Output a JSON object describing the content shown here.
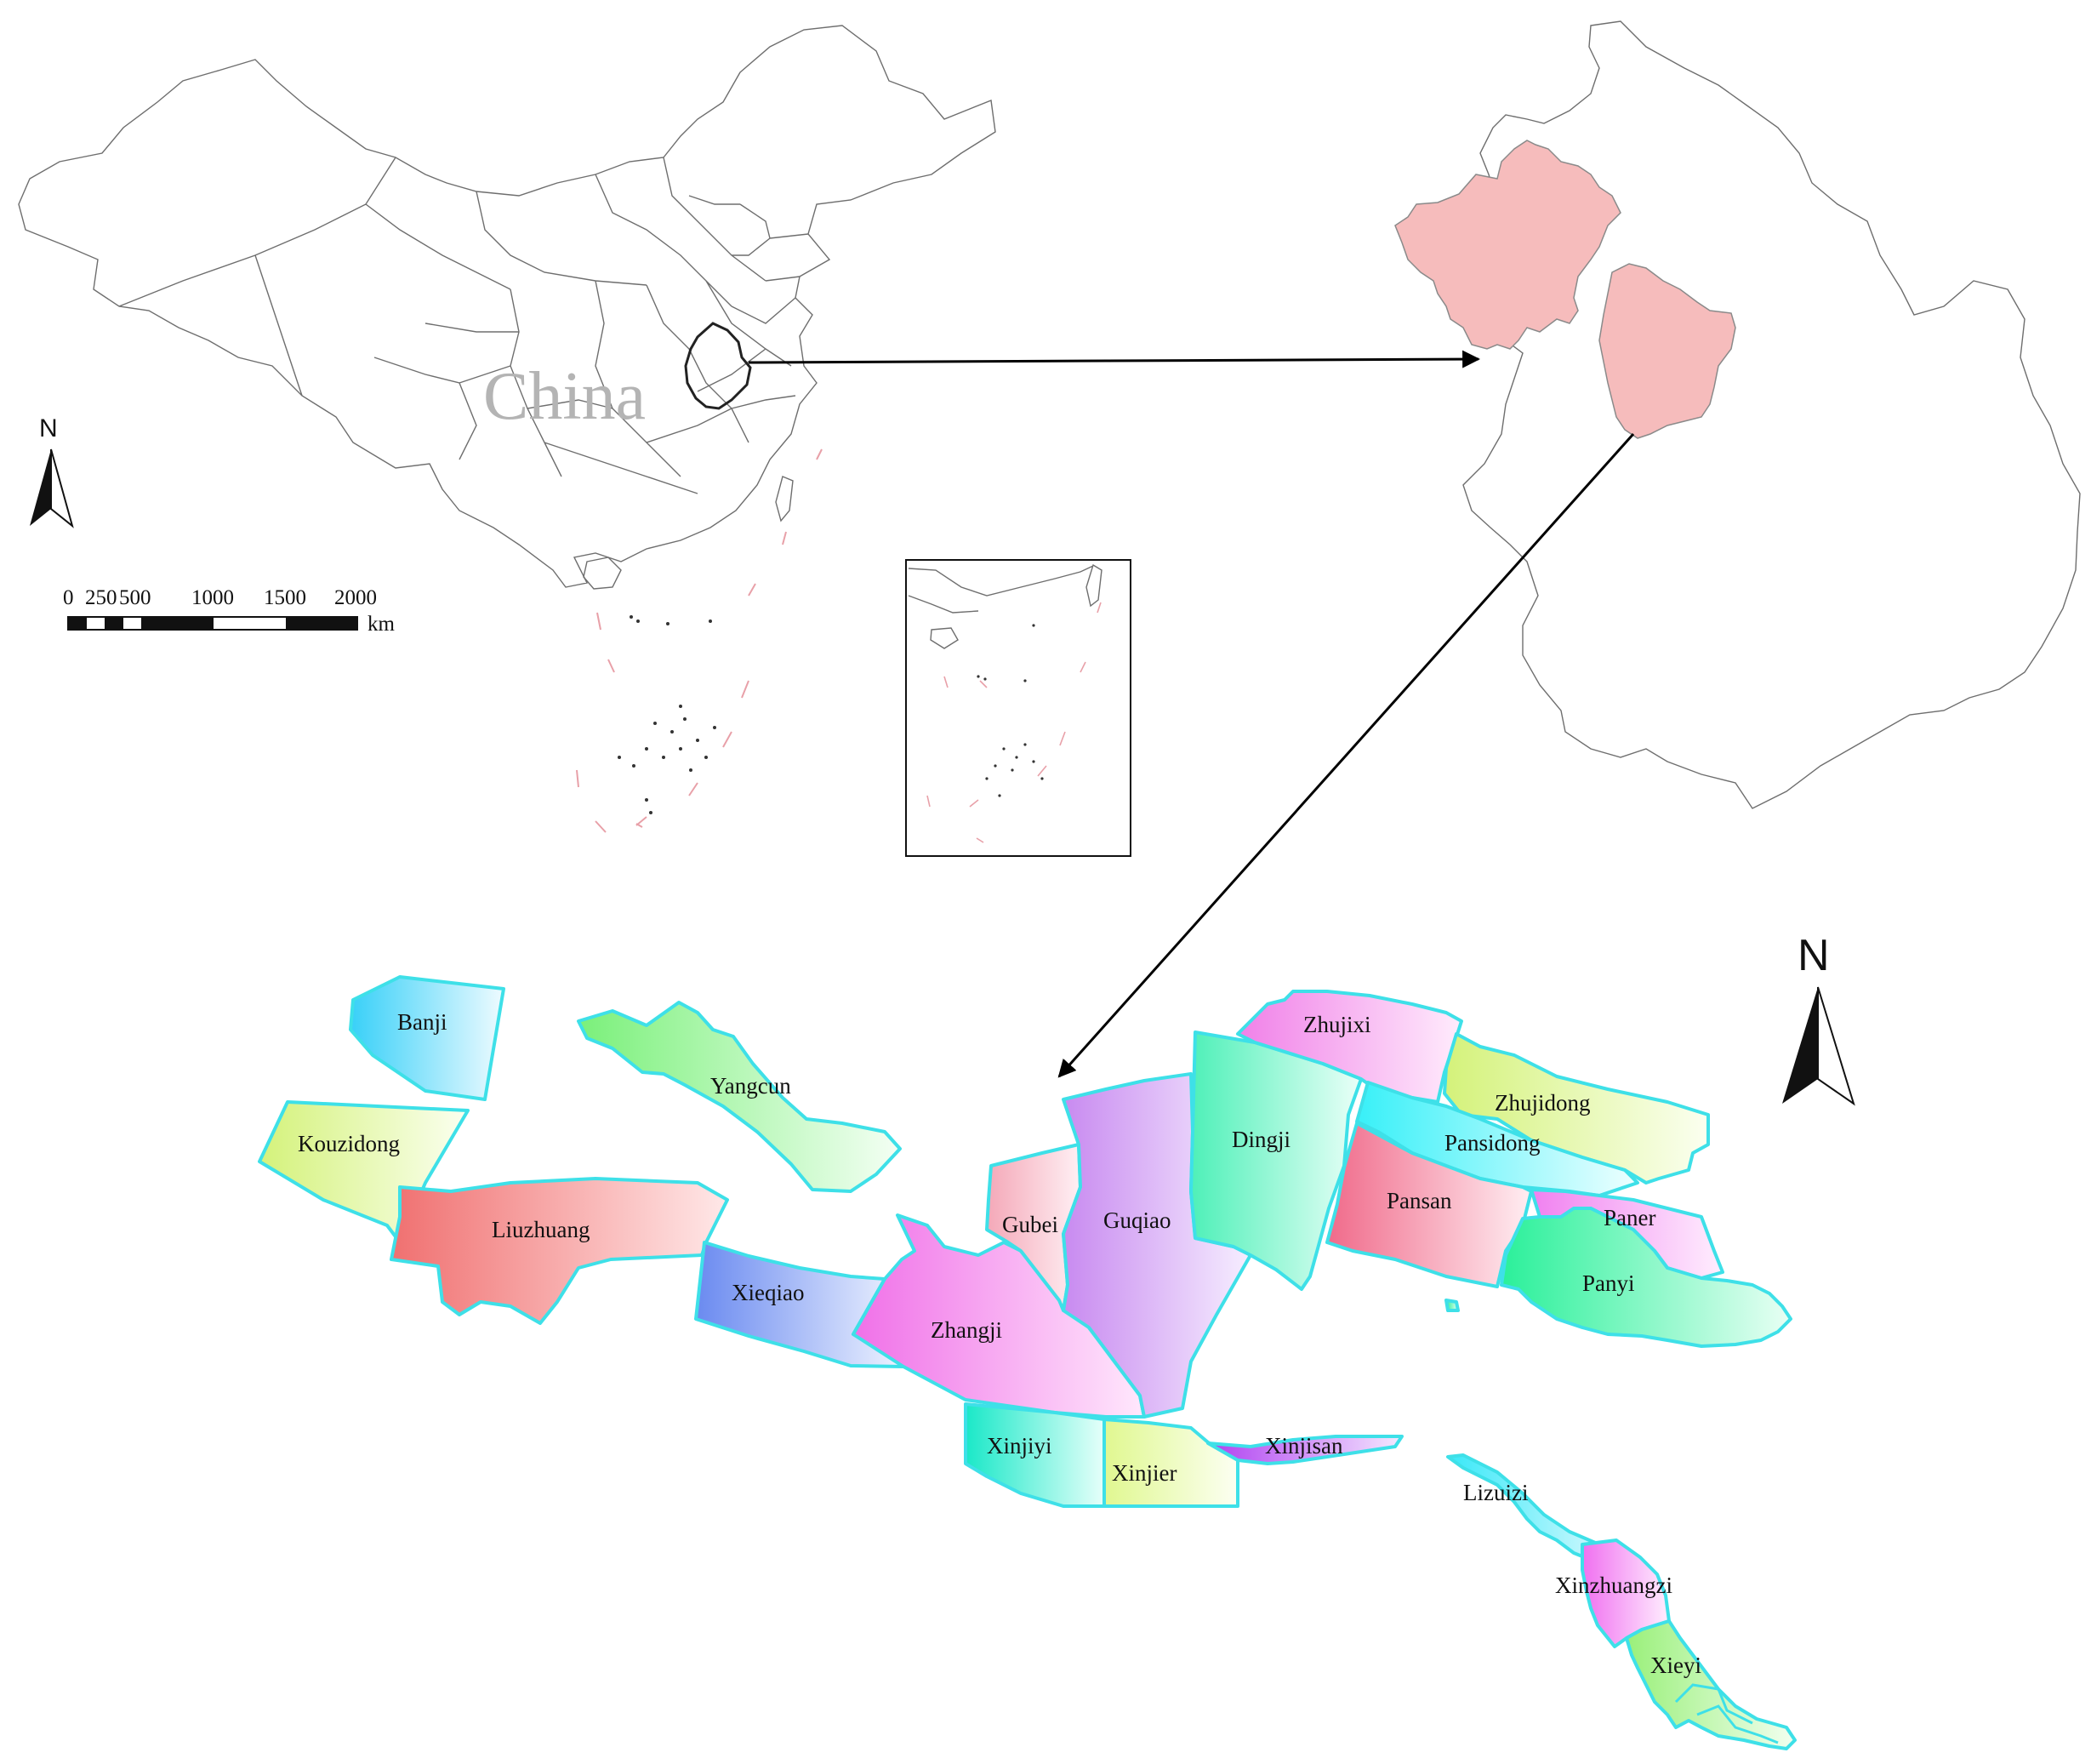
{
  "country_label": "China",
  "north_label": "N",
  "scale_bar": {
    "ticks": [
      "0",
      "250",
      "500",
      "1000",
      "1500",
      "2000"
    ],
    "unit": "km"
  },
  "colors": {
    "anhui_highlight": "#f6bcbc",
    "region_outline": "#3ee0e8",
    "boundary_line": "#6e6e6e",
    "china_label": "#b4b4b4",
    "maritime_dash": "#e8a0a8"
  },
  "mining_areas": [
    {
      "name": "Banji",
      "color": "#38d0f8"
    },
    {
      "name": "Yangcun",
      "color": "#7af07a"
    },
    {
      "name": "Kouzidong",
      "color": "#d4f27a"
    },
    {
      "name": "Liuzhuang",
      "color": "#f07070"
    },
    {
      "name": "Xieqiao",
      "color": "#6a8af0"
    },
    {
      "name": "Zhangji",
      "color": "#f070e8"
    },
    {
      "name": "Gubei",
      "color": "#f4a8b8"
    },
    {
      "name": "Guqiao",
      "color": "#c88af0"
    },
    {
      "name": "Dingji",
      "color": "#4ef0b8"
    },
    {
      "name": "Zhujixi",
      "color": "#f080e8"
    },
    {
      "name": "Zhujidong",
      "color": "#d4f27a"
    },
    {
      "name": "Pansidong",
      "color": "#38f0f8"
    },
    {
      "name": "Pansan",
      "color": "#f06a8a"
    },
    {
      "name": "Paner",
      "color": "#f080f0"
    },
    {
      "name": "Panyi",
      "color": "#2af09a"
    },
    {
      "name": "Xinjiyi",
      "color": "#1ae8c8"
    },
    {
      "name": "Xinjier",
      "color": "#e0f890"
    },
    {
      "name": "Xinjisan",
      "color": "#b040f0"
    },
    {
      "name": "Lizuizi",
      "color": "#38e8f8"
    },
    {
      "name": "Xinzhuangzi",
      "color": "#f070f0"
    },
    {
      "name": "Xieyi",
      "color": "#9af07a"
    }
  ]
}
